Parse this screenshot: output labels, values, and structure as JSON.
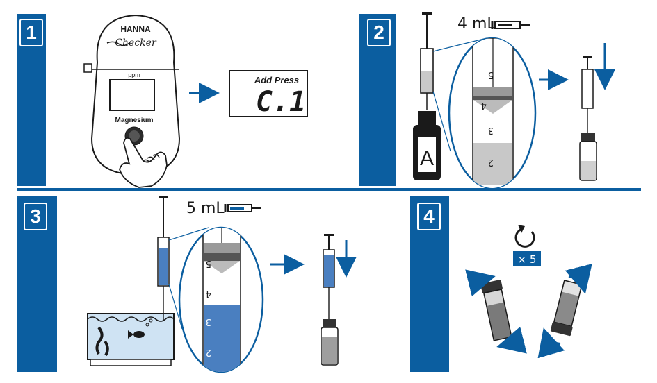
{
  "steps": [
    {
      "number": "1"
    },
    {
      "number": "2",
      "volume_label": "4 mL",
      "reagent_letter": "A"
    },
    {
      "number": "3",
      "volume_label": "5 mL"
    },
    {
      "number": "4",
      "repeat_label": "× 5"
    }
  ],
  "meter": {
    "brand": "HANNA",
    "model": "Checker",
    "unit": "ppm",
    "parameter": "Magnesium",
    "display_caption": "Add Press",
    "display_code": "C.1"
  },
  "syringe_scale_step2": [
    "5",
    "4",
    "3",
    "2"
  ],
  "syringe_scale_step3": [
    "5",
    "4",
    "3",
    "2"
  ],
  "colors": {
    "accent": "#0b5ea0",
    "liquid": "#4a7fc0",
    "water": "#cfe3f3"
  },
  "icons": [
    "syringe-icon",
    "rotate-icon",
    "down-arrow-icon",
    "right-arrow-icon",
    "hand-icon",
    "fish-icon"
  ]
}
